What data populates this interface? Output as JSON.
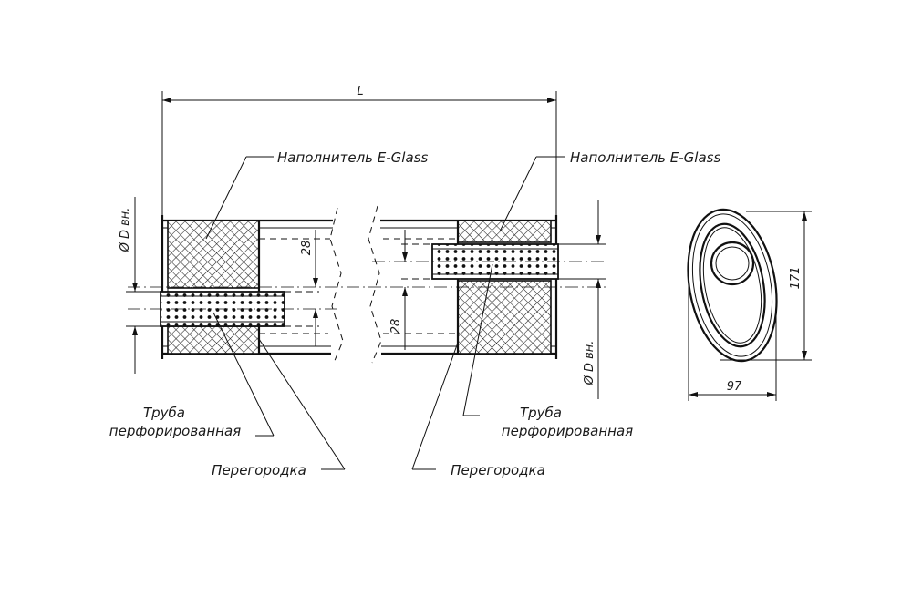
{
  "dimensions": {
    "length": "L",
    "inner_diameter": "Ø D вн.",
    "offset": "28",
    "height": "171",
    "width": "97"
  },
  "callouts": {
    "filler": "Наполнитель E-Glass",
    "pipe_line1": "Труба",
    "pipe_line2": "перфорированная",
    "baffle": "Перегородка"
  }
}
